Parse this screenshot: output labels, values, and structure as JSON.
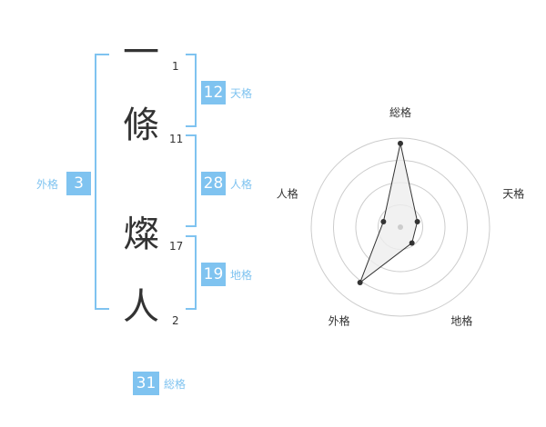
{
  "name": {
    "chars": [
      {
        "char": "一",
        "strokes": "1"
      },
      {
        "char": "條",
        "strokes": "11"
      },
      {
        "char": "燦",
        "strokes": "17"
      },
      {
        "char": "人",
        "strokes": "2"
      }
    ]
  },
  "grids": {
    "tenkaku": {
      "value": "12",
      "label": "天格"
    },
    "jinkaku": {
      "value": "28",
      "label": "人格"
    },
    "chikaku": {
      "value": "19",
      "label": "地格"
    },
    "gaikaku": {
      "value": "3",
      "label": "外格"
    },
    "soukaku": {
      "value": "31",
      "label": "総格"
    }
  },
  "colors": {
    "accent": "#7fc3f0",
    "text": "#333333",
    "radar_fill": "#eeeeee"
  },
  "chart_data": {
    "type": "radar",
    "axes": [
      "総格",
      "天格",
      "地格",
      "外格",
      "人格"
    ],
    "values": [
      31,
      12,
      19,
      3,
      28
    ],
    "series": [
      {
        "values": [
          0.94,
          0.2,
          0.22,
          0.77,
          0.2
        ]
      }
    ],
    "rings": 4
  }
}
